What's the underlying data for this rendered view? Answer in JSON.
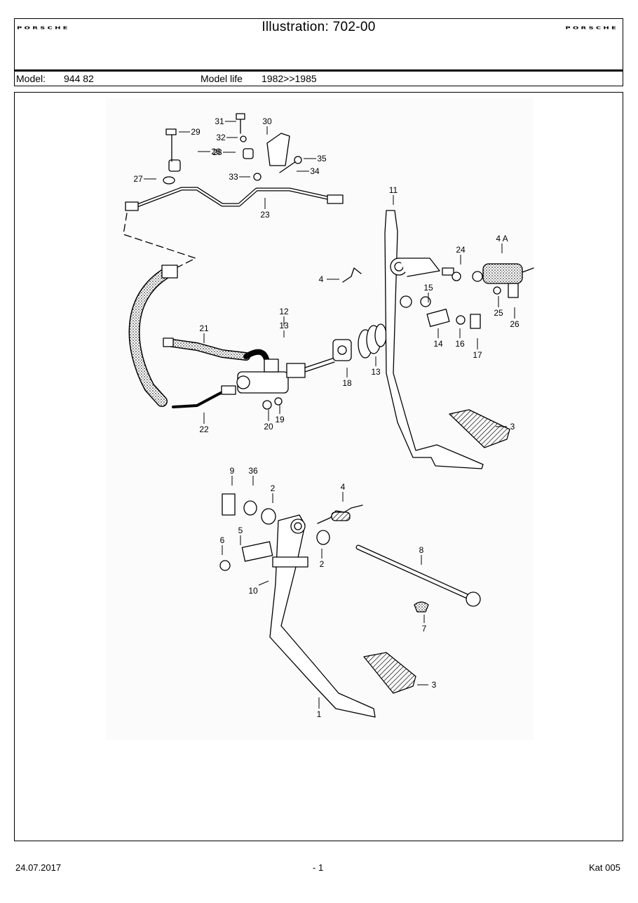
{
  "header": {
    "title": "Illustration: 702-00",
    "brand_left": "PORSCHE",
    "brand_right": "PORSCHE"
  },
  "model_bar": {
    "model_label": "Model:",
    "model_value": "944 82",
    "life_label": "Model life",
    "life_value": "1982>>1985"
  },
  "diagram": {
    "callouts": [
      "1",
      "2",
      "2",
      "3",
      "3",
      "4",
      "4",
      "4 A",
      "5",
      "6",
      "7",
      "8",
      "9",
      "10",
      "11",
      "12",
      "13",
      "13",
      "14",
      "15",
      "16",
      "17",
      "18",
      "19",
      "20",
      "21",
      "22",
      "23",
      "24",
      "25",
      "26",
      "27",
      "28",
      "28",
      "29",
      "30",
      "31",
      "32",
      "33",
      "34",
      "35",
      "36"
    ]
  },
  "footer": {
    "date": "24.07.2017",
    "page": "- 1",
    "catalog": "Kat 005"
  }
}
